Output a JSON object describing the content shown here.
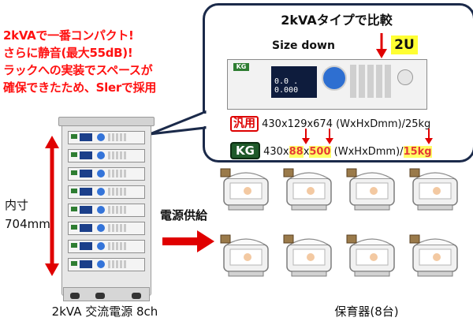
{
  "headline": {
    "lines": [
      "2kVAで一番コンパクト!",
      "さらに静音(最大55dB)!",
      "ラックへの実装でスペースが",
      "確保できたため、Slerで採用"
    ]
  },
  "bubble": {
    "title": "2kVAタイプで比較",
    "size_down": "Size down",
    "rack_units": "2U",
    "device_logo": "KG",
    "device_display": "0.0 . 0.000",
    "standard": {
      "badge": "汎用",
      "dims": "430x129x674",
      "unit_text": "(WxHxDmm)",
      "weight": "/25kg"
    },
    "kg": {
      "badge": "KG",
      "w": "430x",
      "h": "88",
      "x2": "x",
      "d": "500",
      "unit_text": "(WxHxDmm)",
      "slash": "/",
      "weight": "15kg"
    }
  },
  "labels": {
    "inner_size_line1": "内寸",
    "inner_size_line2": "704mm",
    "power_supply": "電源供給",
    "rack_caption": "2kVA 交流電源 8ch",
    "incubator_caption": "保育器(8台)"
  },
  "colors": {
    "headline": "#ff1111",
    "arrow": "#e00000",
    "highlight": "#ffff66",
    "kg_green": "#1f5a2a",
    "bubble_border": "#1b2a4a"
  }
}
